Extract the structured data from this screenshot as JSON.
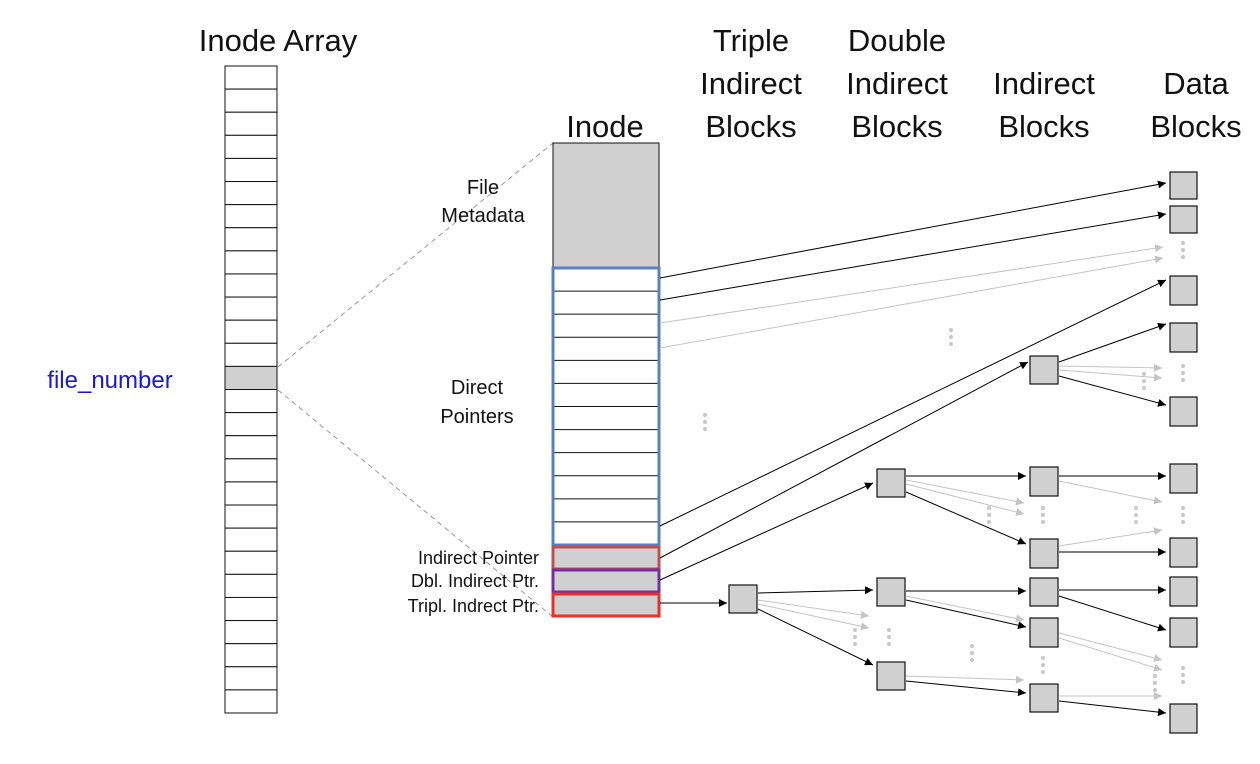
{
  "headers": {
    "inode_array": "Inode Array",
    "inode": "Inode",
    "triple": [
      "Triple",
      "Indirect",
      "Blocks"
    ],
    "double": [
      "Double",
      "Indirect",
      "Blocks"
    ],
    "indirect": [
      "Indirect",
      "Blocks"
    ],
    "data": [
      "Data",
      "Blocks"
    ]
  },
  "labels": {
    "file_number": "file_number",
    "file_metadata": [
      "File",
      "Metadata"
    ],
    "direct_pointers": [
      "Direct",
      "Pointers"
    ],
    "indirect_pointer": "Indirect Pointer",
    "dbl_indirect_ptr": "Dbl. Indirect Ptr.",
    "tripl_indirect_ptr": "Tripl. Indrect Ptr."
  },
  "colors": {
    "direct_box": "#5b80c0",
    "indirect_box": "#c0504d",
    "double_box": "#7030a0",
    "triple_box": "#e8312a",
    "file_number_text": "#1a1acc",
    "block_fill": "#d0d0d0",
    "faded_arrow": "#c4c4c4",
    "arrow": "#000000"
  },
  "structure": {
    "inode_array_cells": 28,
    "selected_cell": 13,
    "direct_pointer_slots": 12
  }
}
